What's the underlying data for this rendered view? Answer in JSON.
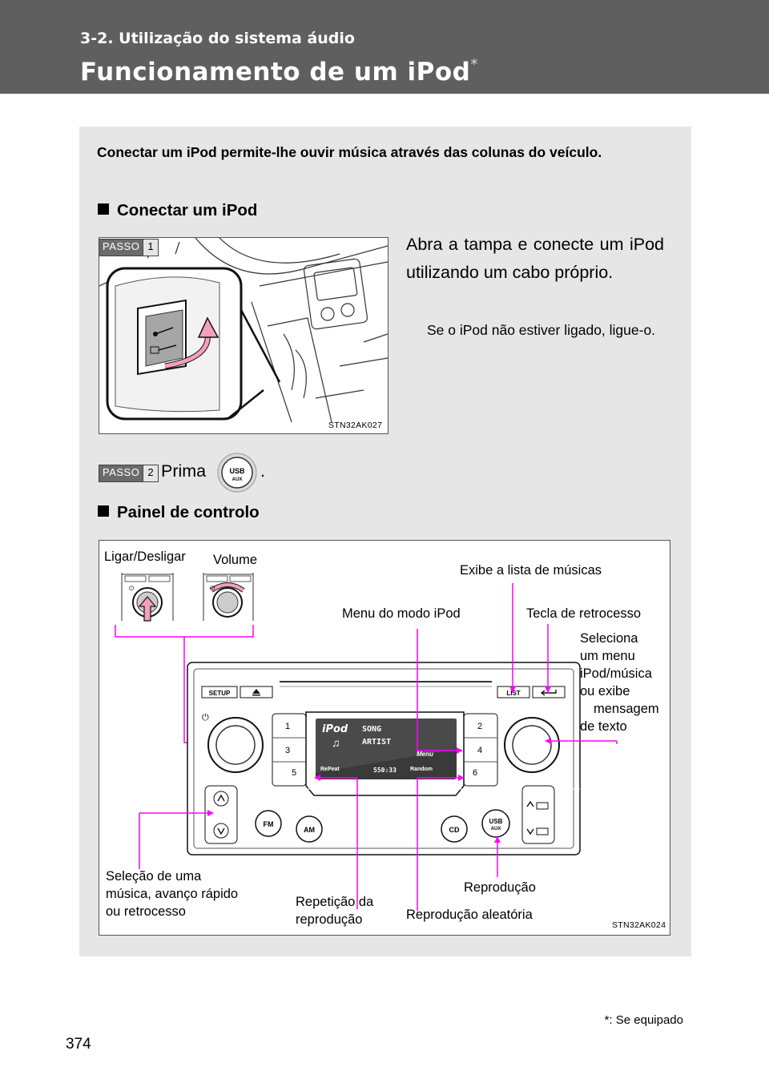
{
  "header": {
    "section": "3-2. Utilização do sistema áudio",
    "title": "Funcionamento de um iPod",
    "title_mark": "*"
  },
  "intro": "Conectar um iPod permite-lhe ouvir música através das colunas do veículo.",
  "section1": {
    "heading": "Conectar um iPod"
  },
  "step1": {
    "badge": "PASSO",
    "number": "1",
    "text": "Abra a tampa e conecte um iPod utilizando um cabo próprio.",
    "note": "Se o iPod não estiver ligado, ligue-o.",
    "image_code": "STN32AK027"
  },
  "step2": {
    "badge": "PASSO",
    "number": "2",
    "text_before": "Prima",
    "text_after": ".",
    "button": {
      "line1": "USB",
      "line2": "AUX"
    }
  },
  "section2": {
    "heading": "Painel de controlo"
  },
  "diagram": {
    "image_code": "STN32AK024",
    "labels": {
      "power": "Ligar/Desligar",
      "volume": "Volume",
      "song_list": "Exibe a lista de músicas",
      "menu_mode": "Menu do modo iPod",
      "back_key": "Tecla de retrocesso",
      "select_menu": [
        "Seleciona",
        "um menu",
        "iPod/música",
        "ou exibe",
        "mensagem",
        "de texto"
      ],
      "select_song": [
        "Seleção de uma",
        "música, avanço rápido",
        "ou retrocesso"
      ],
      "repeat": [
        "Repetição da",
        "reprodução"
      ],
      "random": "Reprodução aleatória",
      "play": "Reprodução"
    },
    "unit": {
      "setup": "SETUP",
      "list": "LIST",
      "fm": "FM",
      "am": "AM",
      "cd": "CD",
      "usb": "USB",
      "aux": "AUX",
      "presets": [
        "1",
        "2",
        "3",
        "4",
        "5",
        "6"
      ],
      "display": {
        "logo": "iPod",
        "song": "SONG",
        "artist": "ARTIST",
        "menu": "Menu",
        "repeat": "RePeat",
        "time": "550:33",
        "random": "Random"
      }
    }
  },
  "footnote": "*: Se equipado",
  "page_number": "374",
  "colors": {
    "header": "#5f5f5f",
    "panel": "#e6e6e6",
    "callout": "#ff00ff",
    "arrow": "#f4a0b8"
  }
}
